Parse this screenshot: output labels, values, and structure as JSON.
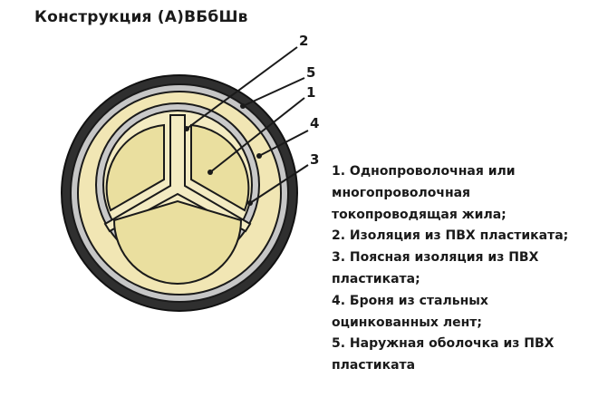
{
  "title": "Конструкция (А)ВБбШв",
  "callouts": [
    "2",
    "5",
    "1",
    "4",
    "3"
  ],
  "legend": [
    [
      "1. Однопроволочная или",
      "многопроволочная",
      "токопроводящая жила;"
    ],
    [
      "2. Изоляция из ПВХ пластиката;"
    ],
    [
      "3. Поясная изоляция из ПВХ",
      "пластиката;"
    ],
    [
      "4. Броня из стальных",
      "оцинкованных лент;"
    ],
    [
      "5. Наружная оболочка из ПВХ",
      "пластиката"
    ]
  ],
  "colors": {
    "outer_sheath": "#2f2f2f",
    "filler": "#f1e6b4",
    "armor": "#c9c9c9",
    "outline": "#1a1a1a"
  }
}
